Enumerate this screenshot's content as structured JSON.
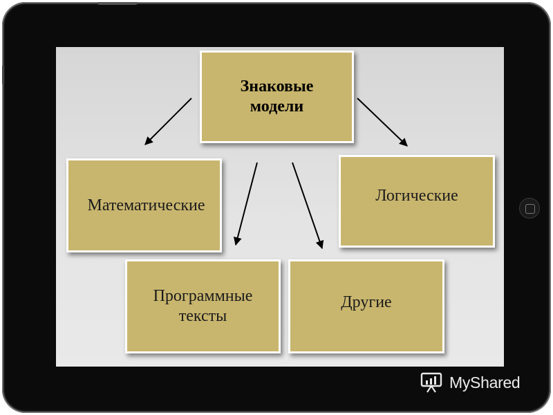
{
  "diagram": {
    "root": "Знаковые\nмодели",
    "children": [
      {
        "id": "math",
        "label": "Математические"
      },
      {
        "id": "logic",
        "label": "Логические"
      },
      {
        "id": "prog",
        "label": "Программные\nтексты"
      },
      {
        "id": "other",
        "label": "Другие"
      }
    ],
    "edges": [
      {
        "from": "root",
        "to": "math"
      },
      {
        "from": "root",
        "to": "logic"
      },
      {
        "from": "root",
        "to": "prog"
      },
      {
        "from": "root",
        "to": "other"
      }
    ],
    "colors": {
      "box_fill": "#c9b66e",
      "box_border": "#ffffff",
      "arrow": "#000000",
      "screen_bg": "#e3e3e3",
      "device_body": "#0b0b0b"
    }
  },
  "watermark": {
    "text": "MyShared",
    "icon": "presentation-chart-icon"
  }
}
